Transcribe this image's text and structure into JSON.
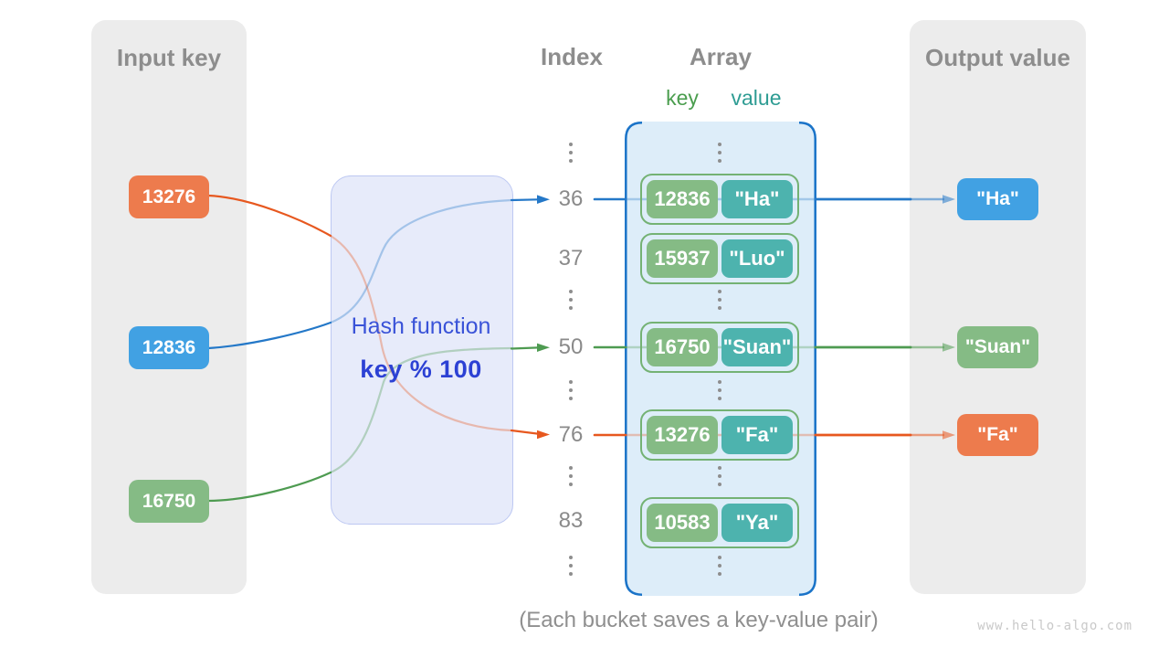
{
  "palette": {
    "panel_bg": "#ECECEC",
    "panel_title": "#8D8D8D",
    "arrow_orange": "#E7581F",
    "arrow_blue": "#2478C8",
    "arrow_green": "#4E9B51",
    "box_orange": "#ED7B4D",
    "box_blue": "#41A1E3",
    "box_green": "#85BB85",
    "pair_border": "#74B274",
    "pair_key_bg": "#85BB85",
    "pair_value_bg": "#4DB3AE",
    "array_fill": "#DDEDF9",
    "array_border": "#1A73C8",
    "hash_box_fill": "#E7EBFA",
    "hash_box_border": "#BDC8F2",
    "hash_text": "#3A53D8",
    "index_text": "#8A8A8A",
    "key_label": "#4A9D4E",
    "value_label": "#2E9C93"
  },
  "input_panel": {
    "title": "Input key",
    "keys": [
      {
        "label": "13276",
        "color": "orange"
      },
      {
        "label": "12836",
        "color": "blue"
      },
      {
        "label": "16750",
        "color": "green"
      }
    ]
  },
  "hash_function": {
    "label": "Hash function",
    "formula": "key % 100"
  },
  "index_column": {
    "title": "Index",
    "indices": [
      "36",
      "37",
      "50",
      "76",
      "83"
    ]
  },
  "array": {
    "title": "Array",
    "key_header": "key",
    "value_header": "value",
    "pairs": [
      {
        "key": "12836",
        "value": "\"Ha\""
      },
      {
        "key": "15937",
        "value": "\"Luo\""
      },
      {
        "key": "16750",
        "value": "\"Suan\""
      },
      {
        "key": "13276",
        "value": "\"Fa\""
      },
      {
        "key": "10583",
        "value": "\"Ya\""
      }
    ]
  },
  "output_panel": {
    "title": "Output value",
    "values": [
      {
        "label": "\"Ha\"",
        "color": "blue"
      },
      {
        "label": "\"Suan\"",
        "color": "green"
      },
      {
        "label": "\"Fa\"",
        "color": "orange"
      }
    ]
  },
  "caption": "(Each bucket saves a key-value pair)",
  "watermark": "www.hello-algo.com"
}
